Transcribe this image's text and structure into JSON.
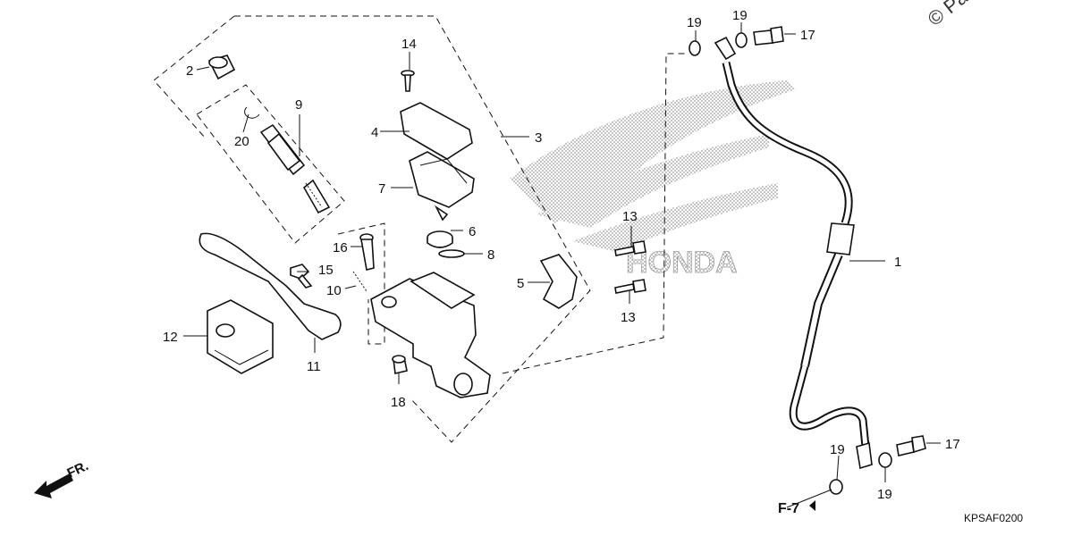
{
  "diagram_code": "KPSAF0200",
  "watermark_text": "© Pa",
  "watermark_logo": "HONDA",
  "direction_label": "FR.",
  "reference_label": "F-7",
  "callouts": {
    "c1": "1",
    "c2": "2",
    "c3": "3",
    "c4": "4",
    "c5": "5",
    "c6": "6",
    "c7": "7",
    "c8": "8",
    "c9": "9",
    "c10": "10",
    "c11": "11",
    "c12": "12",
    "c13a": "13",
    "c13b": "13",
    "c14": "14",
    "c15": "15",
    "c16": "16",
    "c17a": "17",
    "c17b": "17",
    "c18": "18",
    "c19a": "19",
    "c19b": "19",
    "c19c": "19",
    "c19d": "19",
    "c20": "20"
  }
}
